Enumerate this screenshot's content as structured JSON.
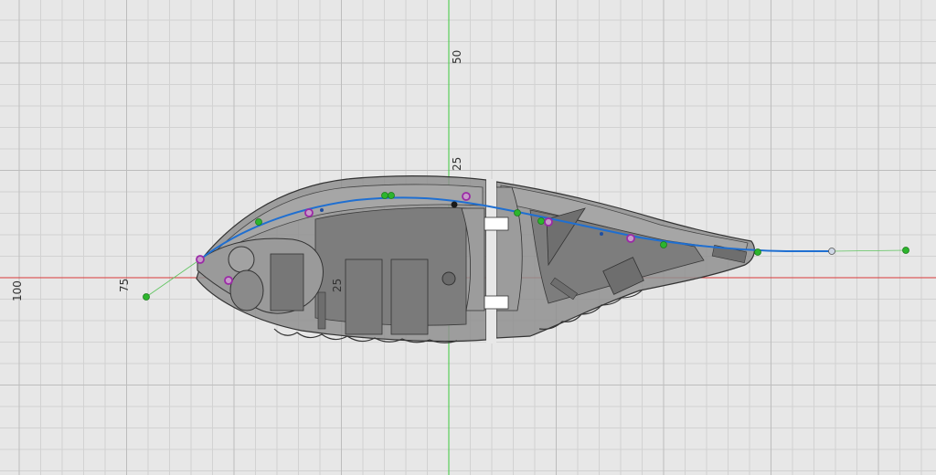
{
  "canvas": {
    "background": "#e7e7e7",
    "grid_minor": "#d2d2d2",
    "grid_major": "#bdbdbd",
    "x_axis_color": "#d93a3a",
    "y_axis_color": "#3cc93c"
  },
  "axis_labels": {
    "top_50": "50",
    "top_25": "25",
    "left_100": "100",
    "left_75": "75",
    "inner_25": "25"
  },
  "sketch": {
    "spline_color": "#1f6fd1",
    "fit_point_color": "#2db52d",
    "constraint_point_color": "#9b2aa6",
    "body_fill": "#8c8c8c",
    "body_stroke": "#333333"
  }
}
